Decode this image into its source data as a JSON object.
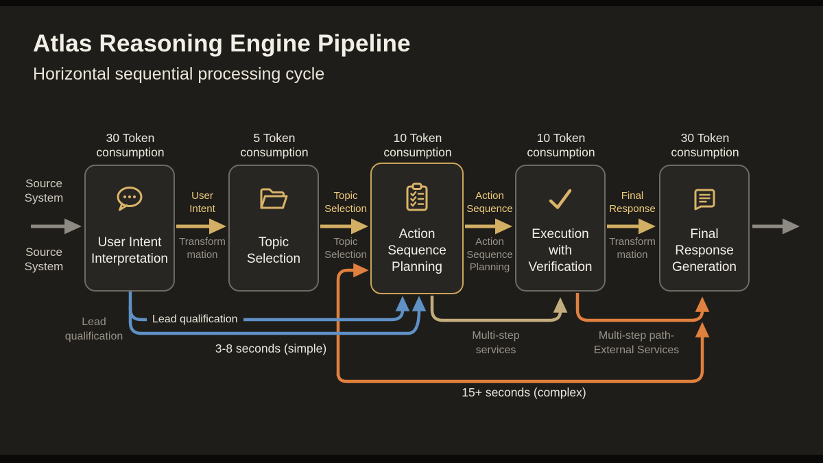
{
  "title": "Atlas Reasoning Engine Pipeline",
  "subtitle": "Horizontal sequential processing cycle",
  "colors": {
    "background": "#1f1d19",
    "box_fill": "#282622",
    "box_border": "#6e6a63",
    "highlight_border": "#c9a45c",
    "gold_arrow": "#d2af63",
    "gold_text": "#ecca7d",
    "gray_text": "#98928a",
    "white_text": "#f2efe7",
    "blue_line": "#5f90c6",
    "orange_line": "#e0803e",
    "tan_line": "#c3ac7d",
    "gray_arrow": "#8d8983",
    "icon_gold": "#d9b469"
  },
  "stages": [
    {
      "token_lines": [
        "30 Token",
        "consumption"
      ],
      "name_lines": [
        "User Intent",
        "Interpretation"
      ],
      "icon": "chat-bubble-dots-icon"
    },
    {
      "token_lines": [
        "5 Token",
        "consumption"
      ],
      "name_lines": [
        "Topic",
        "Selection"
      ],
      "icon": "open-folder-icon"
    },
    {
      "token_lines": [
        "10 Token",
        "consumption"
      ],
      "name_lines": [
        "Action",
        "Sequence",
        "Planning"
      ],
      "icon": "clipboard-checklist-icon"
    },
    {
      "token_lines": [
        "10 Token",
        "consumption"
      ],
      "name_lines": [
        "Execution",
        "with",
        "Verification"
      ],
      "icon": "checkmark-icon"
    },
    {
      "token_lines": [
        "30 Token",
        "consumption"
      ],
      "name_lines": [
        "Final",
        "Response",
        "Generation"
      ],
      "icon": "chat-message-icon"
    }
  ],
  "transitions": [
    {
      "above_lines": [
        "User",
        "Intent"
      ],
      "below_lines": [
        "Transform",
        "mation"
      ]
    },
    {
      "above_lines": [
        "Topic",
        "Selection"
      ],
      "below_lines": [
        "Topic",
        "Selection"
      ]
    },
    {
      "above_lines": [
        "Action",
        "Sequence"
      ],
      "below_lines": [
        "Action",
        "Sequence",
        "Planning"
      ]
    },
    {
      "above_lines": [
        "Final",
        "Response"
      ],
      "below_lines": [
        "Transform",
        "mation"
      ]
    }
  ],
  "inputs": {
    "top_lines": [
      "Source",
      "System"
    ],
    "bottom_lines": [
      "Source",
      "System"
    ]
  },
  "loops": {
    "lead_side_lines": [
      "Lead",
      "qualification"
    ],
    "lead_inline": "Lead qualification",
    "simple_time": "3-8 seconds (simple)",
    "multi_step_lines": [
      "Multi-step",
      "services"
    ],
    "multi_path_lines": [
      "Multi-step path-",
      "External Services"
    ],
    "complex_time": "15+ seconds (complex)"
  }
}
